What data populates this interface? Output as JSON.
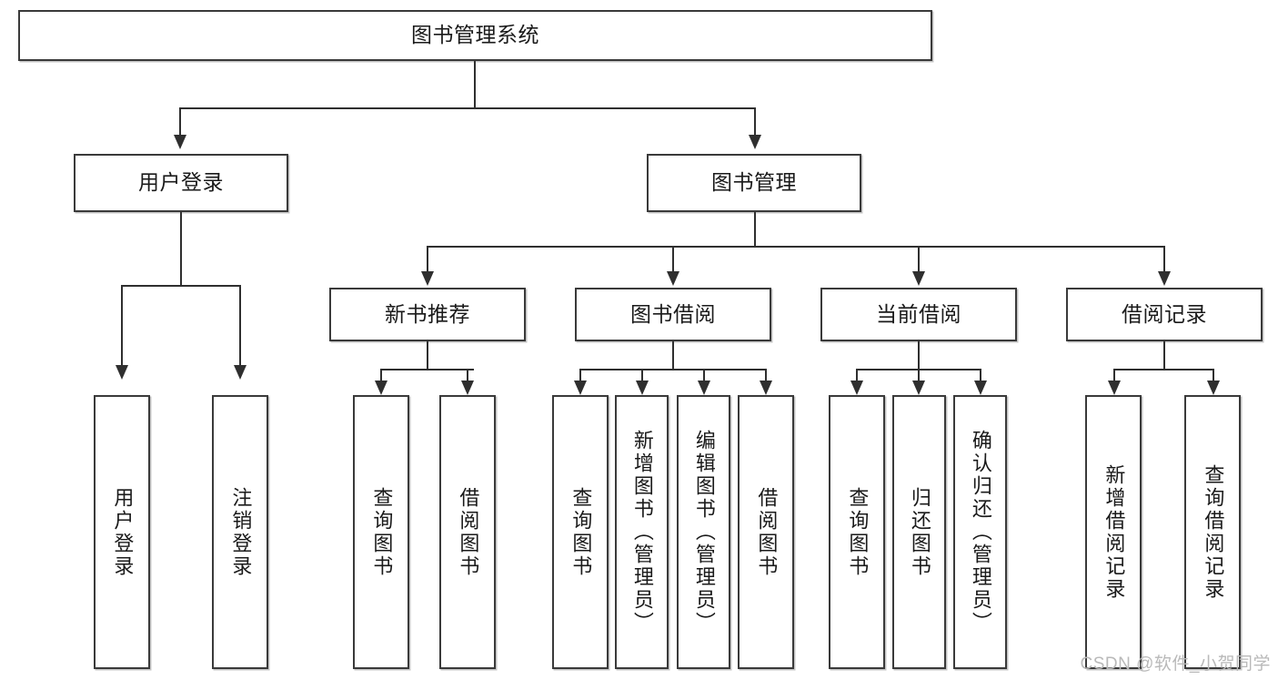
{
  "diagram": {
    "title": "图书管理系统",
    "type": "tree-hierarchy",
    "root": {
      "label": "图书管理系统"
    },
    "level2": [
      {
        "label": "用户登录"
      },
      {
        "label": "图书管理"
      }
    ],
    "level3": [
      {
        "label": "新书推荐"
      },
      {
        "label": "图书借阅"
      },
      {
        "label": "当前借阅"
      },
      {
        "label": "借阅记录"
      }
    ],
    "leaves": {
      "user_login": [
        {
          "label": "用户登录"
        },
        {
          "label": "注销登录"
        }
      ],
      "new_book_recommend": [
        {
          "label": "查询图书"
        },
        {
          "label": "借阅图书"
        }
      ],
      "book_borrow": [
        {
          "label": "查询图书"
        },
        {
          "label": "新增图书（管理员）"
        },
        {
          "label": "编辑图书（管理员）"
        },
        {
          "label": "借阅图书"
        }
      ],
      "current_borrow": [
        {
          "label": "查询图书"
        },
        {
          "label": "归还图书"
        },
        {
          "label": "确认归还（管理员）"
        }
      ],
      "borrow_record": [
        {
          "label": "新增借阅记录"
        },
        {
          "label": "查询借阅记录"
        }
      ]
    }
  },
  "watermark": {
    "text": "CSDN @软件_小贺同学"
  },
  "colors": {
    "stroke": "#3a3a3a",
    "line": "#2f2f2f",
    "background": "#ffffff",
    "text": "#1a1a1a",
    "watermark": "#b9b9b9"
  }
}
